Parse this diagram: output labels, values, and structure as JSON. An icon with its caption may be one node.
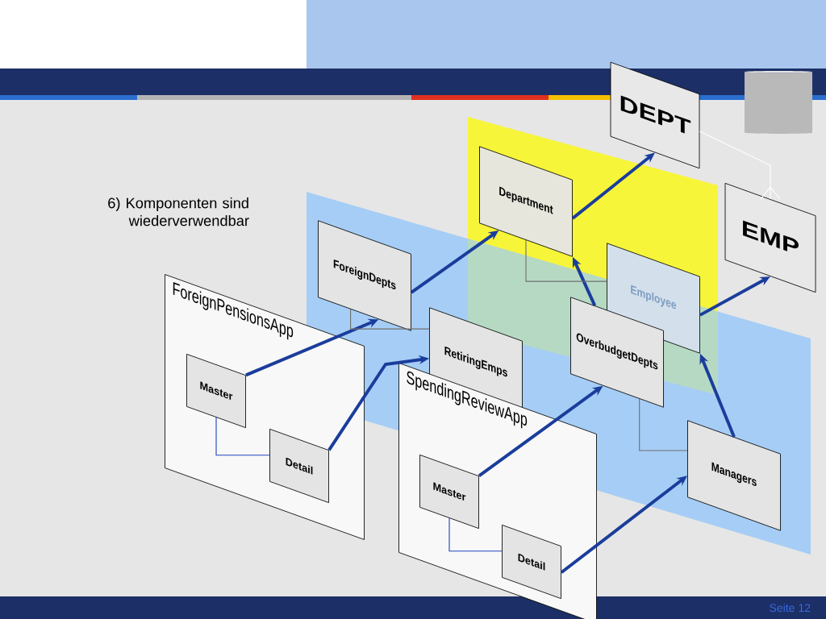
{
  "diagram": {
    "nodes": [
      {
        "text": [
          "DEPT"
        ]
      },
      {
        "text": [],
        "shape": "cylinder"
      },
      {
        "text": [
          "EMP"
        ]
      },
      {
        "text": [
          "Department"
        ]
      },
      {
        "text": [
          "Employee"
        ]
      },
      {
        "text": [
          "ForeignDepts"
        ]
      },
      {
        "text": [
          "RetiringEmps"
        ]
      },
      {
        "text": [
          "OverbudgetDepts"
        ]
      },
      {
        "text": [
          "Managers"
        ]
      },
      {
        "text": [
          "ForeignPensionsApp"
        ]
      },
      {
        "text": [
          "Master"
        ],
        "in": 9
      },
      {
        "text": [
          "Detail"
        ],
        "in": 9
      },
      {
        "text": [
          "SpendingReviewApp"
        ]
      },
      {
        "text": [
          "Master"
        ],
        "in": 12
      },
      {
        "text": [
          "Detail"
        ],
        "in": 12
      }
    ],
    "edges": [
      {
        "from": 10,
        "to": 5,
        "arrow": "to",
        "color": "#1a3d9c"
      },
      {
        "from": 5,
        "to": 3,
        "arrow": "to",
        "color": "#1a3d9c"
      },
      {
        "from": 3,
        "to": 0,
        "arrow": "to",
        "color": "#1a3d9c"
      },
      {
        "from": 11,
        "to": 6,
        "arrow": "to",
        "color": "#1a3d9c"
      },
      {
        "from": 13,
        "to": 7,
        "arrow": "to",
        "color": "#1a3d9c"
      },
      {
        "from": 14,
        "to": 8,
        "arrow": "to",
        "color": "#1a3d9c"
      },
      {
        "from": 7,
        "to": 3,
        "arrow": "to",
        "color": "#1a3d9c"
      },
      {
        "from": 8,
        "to": 4,
        "arrow": "to",
        "color": "#1a3d9c"
      },
      {
        "from": 4,
        "to": 2,
        "arrow": "to",
        "color": "#1a3d9c"
      },
      {
        "from": 10,
        "to": 11,
        "arrow": "none",
        "color": "#2044c0"
      },
      {
        "from": 13,
        "to": 14,
        "arrow": "none",
        "color": "#2044c0"
      },
      {
        "from": 5,
        "to": 6,
        "arrow": "none"
      },
      {
        "from": 7,
        "to": 8,
        "arrow": "none"
      },
      {
        "from": 3,
        "to": 4,
        "arrow": "none"
      },
      {
        "from": 0,
        "to": 2,
        "arrow": "other",
        "color": "#ffffff"
      }
    ],
    "labels": [
      "6) Komponenten sind wiederverwendbar",
      "Seite 12"
    ]
  }
}
